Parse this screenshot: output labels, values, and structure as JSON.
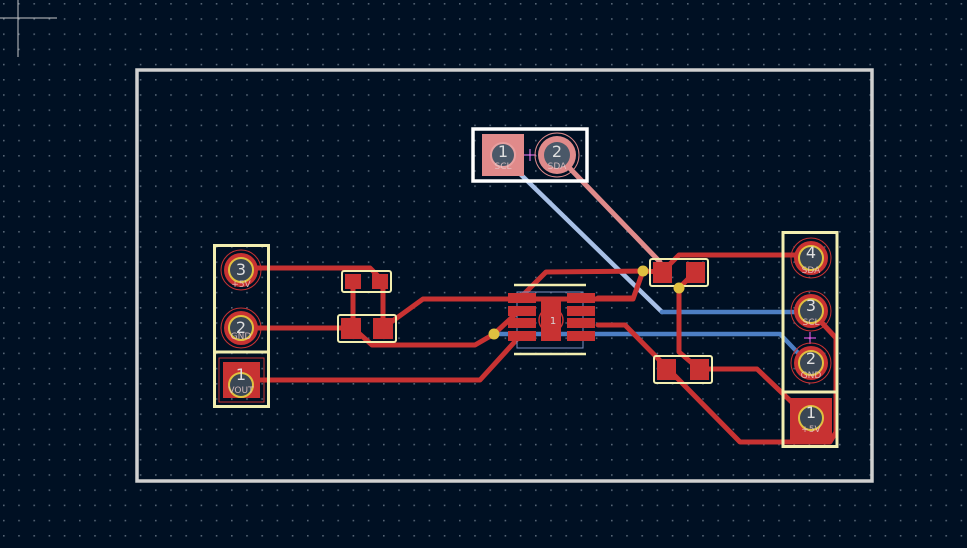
{
  "canvas": {
    "background": "#001023",
    "grid_color": "#8090a0"
  },
  "colors": {
    "front_copper": "#c83232",
    "back_copper": "#4d7fc4",
    "silkscreen": "#f2eeb0",
    "edge_cuts": "#d0d0d0"
  },
  "connectors": {
    "left": {
      "pads": [
        {
          "number": "3",
          "net": "+5V"
        },
        {
          "number": "2",
          "net": "GND"
        },
        {
          "number": "1",
          "net": "VOUT"
        }
      ]
    },
    "top": {
      "pads": [
        {
          "number": "1",
          "net": "SCL"
        },
        {
          "number": "2",
          "net": "SDA"
        }
      ]
    },
    "right": {
      "pads": [
        {
          "number": "4",
          "net": "SDA"
        },
        {
          "number": "3",
          "net": "SCL"
        },
        {
          "number": "2",
          "net": "GND"
        },
        {
          "number": "1",
          "net": "+5V"
        }
      ]
    }
  },
  "ic": {
    "pin1_marker": "1"
  }
}
